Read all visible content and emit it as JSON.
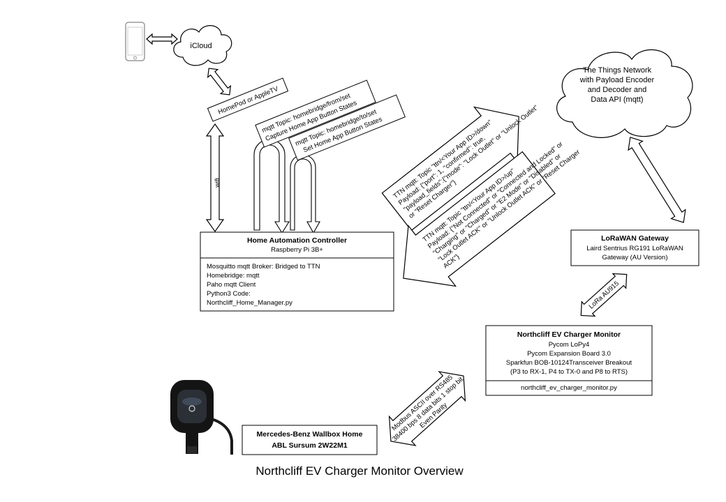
{
  "title": "Northcliff EV Charger Monitor Overview",
  "icloud": "iCloud",
  "homepod": "HomePod or AppleTV",
  "wifi": "wifi",
  "mqtt_from": [
    "mqtt Topic: homebridge/from/set",
    "Capture Home App Button States"
  ],
  "mqtt_to": [
    "mqtt Topic: homebridge/to/set",
    "Set Home App Button States"
  ],
  "ttn": [
    "The Things Network",
    "with Payload Encoder",
    "and Decoder and",
    "Data API (mqtt)"
  ],
  "ttn_down": [
    "TTN mqtt: Topic \"ttn/<Your App ID>/down\"",
    "Payload: {\"port\": 1, \"confirmed\": true,",
    "\"payload_fields\":{\"mode\": \"Lock Outlet\" or \"Unlock Outlet\"",
    "or \"Reset Charger\"}"
  ],
  "ttn_up": [
    "TTN mqtt: Topic \"ttn/<Your App ID>/up\"",
    "Payload: {\"Not Connected\" or \"Connected and Locked\" or",
    "\"Charging\" or \"Charged\" or \"E2 Mode\" or \"Disabled\" or",
    "\"Lock Outlet ACK\" or \"Unlock Outlet ACK\" or \"Reset Charger",
    "ACK\"}"
  ],
  "controller": {
    "title": "Home Automation Controller",
    "subtitle": "Raspberry Pi 3B+",
    "items": [
      "Mosquitto mqtt Broker: Bridged to TTN",
      "Homebridge: mqtt",
      "Paho mqtt Client",
      "Python3 Code:",
      "Northcliff_Home_Manager.py"
    ]
  },
  "gateway": {
    "title": "LoRaWAN Gateway",
    "lines": [
      "Laird Sentrius RG191 LoRaWAN",
      "Gateway (AU Version)"
    ]
  },
  "lora": "LoRa AU915",
  "monitor": {
    "title": "Northcliff EV Charger Monitor",
    "lines": [
      "Pycom LoPy4",
      "Pycom Expansion Board 3.0",
      "Sparkfun BOB-10124Transceiver Breakout",
      "(P3 to RX-1, P4 to TX-0 and P8 to RTS)"
    ],
    "file": "northcliff_ev_charger_monitor.py"
  },
  "modbus": [
    "Modbus ASCII over RS485",
    "38400 bps 8 data bits 1 stop bit",
    "Even Parity"
  ],
  "wallbox": [
    "Mercedes-Benz Wallbox Home",
    "ABL Sursum 2W22M1"
  ]
}
